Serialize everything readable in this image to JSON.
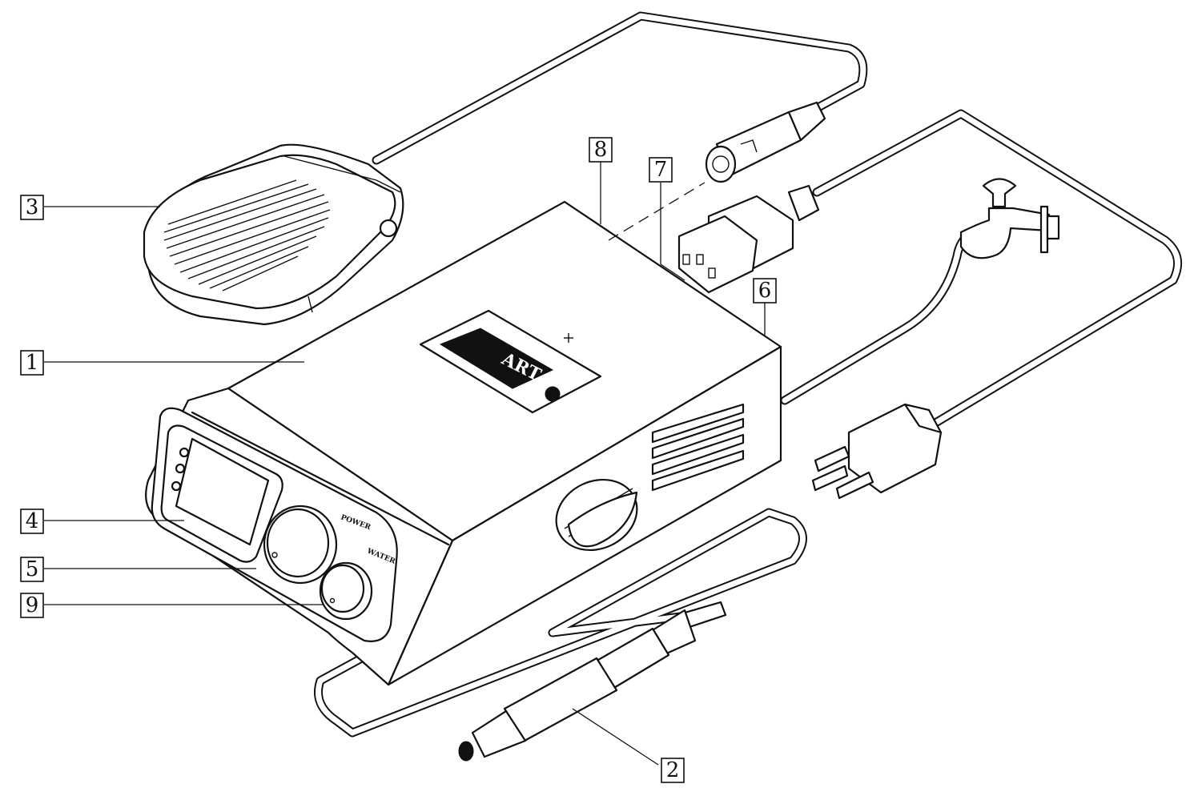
{
  "diagram": {
    "callouts": [
      {
        "id": "1",
        "label": "1"
      },
      {
        "id": "2",
        "label": "2"
      },
      {
        "id": "3",
        "label": "3"
      },
      {
        "id": "4",
        "label": "4"
      },
      {
        "id": "5",
        "label": "5"
      },
      {
        "id": "6",
        "label": "6"
      },
      {
        "id": "7",
        "label": "7"
      },
      {
        "id": "8",
        "label": "8"
      },
      {
        "id": "9",
        "label": "9"
      }
    ],
    "panel_labels": {
      "power": "POWER",
      "water": "WATER"
    },
    "brand_logo": "ART"
  }
}
